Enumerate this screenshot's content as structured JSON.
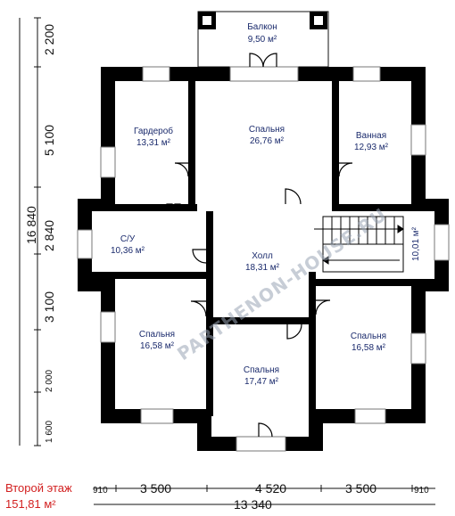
{
  "rooms": {
    "balcony": {
      "name": "Балкон",
      "area": "9,50 м²"
    },
    "wardrobe": {
      "name": "Гардероб",
      "area": "13,31 м²"
    },
    "bedroom_top": {
      "name": "Спальня",
      "area": "26,76 м²"
    },
    "bathroom": {
      "name": "Ванная",
      "area": "12,93 м²"
    },
    "wc": {
      "name": "С/У",
      "area": "10,36 м²"
    },
    "hall": {
      "name": "Холл",
      "area": "18,31 м²"
    },
    "stairs": {
      "area": "10,01 м²"
    },
    "bedroom_left": {
      "name": "Спальня",
      "area": "16,58 м²"
    },
    "bedroom_center": {
      "name": "Спальня",
      "area": "17,47 м²"
    },
    "bedroom_right": {
      "name": "Спальня",
      "area": "16,58 м²"
    }
  },
  "dimensions": {
    "left_segments": [
      "2 200",
      "5 100",
      "2 840",
      "3 100",
      "2 000",
      "1 600"
    ],
    "left_total": "16 840",
    "bottom_segments": [
      "910",
      "3 500",
      "4 520",
      "3 500",
      "910"
    ],
    "bottom_total": "13 340"
  },
  "floor": {
    "label": "Второй этаж",
    "area": "151,81 м²"
  },
  "watermark": "PARTHENON-HOUSE.RU",
  "colors": {
    "wall": "#000000",
    "label": "#1a2a6c",
    "floor_label": "#d21f1f",
    "window": "#c9d3e0"
  }
}
